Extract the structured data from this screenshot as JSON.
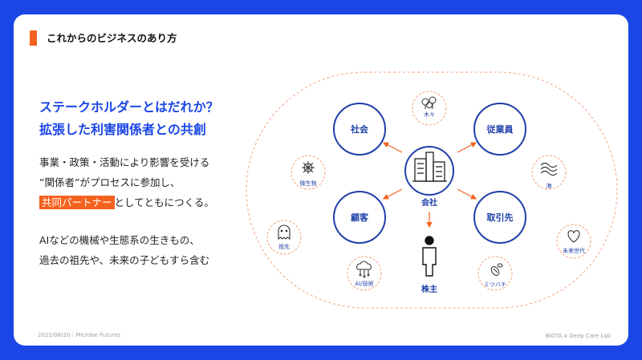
{
  "header": {
    "title": "これからのビジネスのあり方"
  },
  "headline": {
    "line1": "ステークホルダーとはだれか？",
    "line2": "拡張した利害関係者との共創"
  },
  "body": {
    "line1": "事業・政策・活動により影響を受ける",
    "line2": "”関係者”がプロセスに参加し、",
    "line3_highlight": "共同パートナー",
    "line3_rest": "としてともにつくる。",
    "line4": "AIなどの機械や生態系の生きもの、",
    "line5": "過去の祖先や、未来の子どもすら含む"
  },
  "diagram": {
    "center": "会社",
    "shareholder": "株主",
    "main_nodes": {
      "society": "社会",
      "employees": "従業員",
      "customers": "顧客",
      "partners": "取引先"
    },
    "outer_nodes": {
      "trees": "木々",
      "microbes": "微生物",
      "sea": "海",
      "ancestors": "祖先",
      "future": "未来世代",
      "ai": "AI/技術",
      "bees": "ミツバチ"
    },
    "colors": {
      "blue": "#1f3fa8",
      "orange": "#f5621f",
      "dashed": "#f5a27a"
    }
  },
  "footer": {
    "left": "2022/08/20｜Microbe Futures",
    "right": "BIOTA x Deep Care Lab"
  }
}
